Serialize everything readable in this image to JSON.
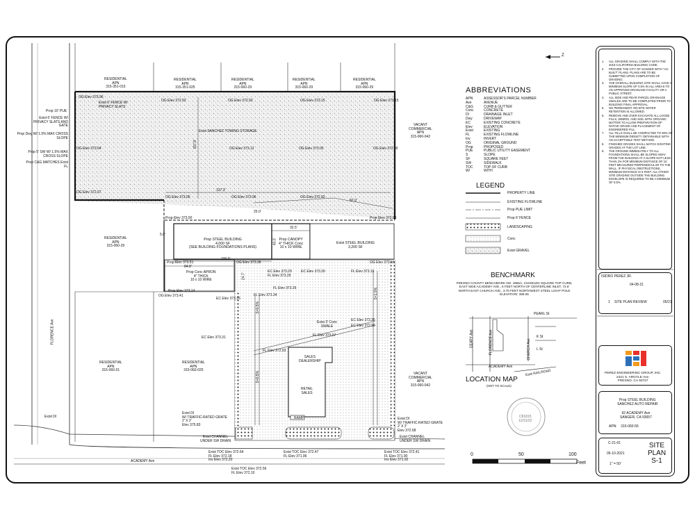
{
  "north_label": "Z",
  "parcels": {
    "top": [
      {
        "line1": "RESIDENTIAL",
        "line2": "APN",
        "line3": "315-351-015"
      },
      {
        "line1": "RESIDENTIAL",
        "line2": "APN",
        "line3": "315-351-025"
      },
      {
        "line1": "RESIDENTIAL",
        "line2": "APN",
        "line3": "315-060-29"
      },
      {
        "line1": "RESIDENTIAL",
        "line2": "APN",
        "line3": "315-060-29"
      },
      {
        "line1": "RESIDENTIAL",
        "line2": "APN",
        "line3": "315-060-29"
      }
    ],
    "mid_left": {
      "line1": "RESIDENTIAL",
      "line2": "APN",
      "line3": "315-060-29"
    },
    "bottom_left_1": {
      "line1": "RESIDENTIAL",
      "line2": "APN",
      "line3": "315-060-01"
    },
    "bottom_left_2": {
      "line1": "RESIDENTIAL",
      "line2": "APN",
      "line3": "315-060-025"
    },
    "vacant_top": {
      "line1": "VACANT",
      "line2": "COMMERCIAL",
      "line3": "APN",
      "line4": "315-060-042"
    },
    "vacant_bottom": {
      "line1": "VACANT",
      "line2": "COMMERCIAL",
      "line3": "APN",
      "line4": "315-060-042"
    }
  },
  "site": {
    "storage_label": "Exist SANCHEZ TOWING STORAGE",
    "dim_137": "137.3'",
    "dim_157": "157.8'",
    "dim_82": "82.0'",
    "dim_25": "25.0'",
    "dim_325": "32.5'",
    "dim_100": "100.0'",
    "dim_848": "84.8'",
    "dim_40": "40.0'",
    "dim_50": "5.0'",
    "dim_247": "24.7'",
    "prop_steel_building": {
      "l1": "Prop STEEL BUILDING",
      "l2": "4,000 SF",
      "l3": "(SEE BUILDING FOUNDATIONS PLANS)"
    },
    "prop_canopy": {
      "l1": "Prop CANOPY",
      "l2": "4\" THICK Conc",
      "l3": "10 x 10 WIRE"
    },
    "exist_steel_building": {
      "l1": "Exist STEEL BUILDING",
      "l2": "3,200 SF"
    },
    "apron": {
      "l1": "Prop Conc APRON",
      "l2": "4\" THICK",
      "l3": "10 x 10 WIRE"
    },
    "sales": {
      "l1": "SALES",
      "l2": "DEALERSHIP"
    },
    "retail": {
      "l1": "RETAIL",
      "l2": "SALES"
    },
    "ramp": "RAMP",
    "swale": {
      "l1": "Exist 3' Conc",
      "l2": "SWALE"
    },
    "florence_ave": "FLORENCE Ave",
    "academy_ave": "ACADEMY Ave",
    "slope_a": "S=0.5%",
    "slope_b": "S=0.5%",
    "slope_c": "S=1.0%"
  },
  "left_callouts": [
    "Prop 10' PUE",
    "Exist 6' FENCE W/ PRIVACY SLATS AND GATE",
    "Prop Dwy W/ 1.5% MAX CROSS SLOPE",
    "Prop 5' SW W/ 1.5% MAX CROSS SLOPE",
    "Prop C&G MATCHES Exist FL",
    "Exist 6' FENCE W/ PRIVACY SLATS",
    "Exist DI"
  ],
  "elevations": [
    "OG Elev 373.96",
    "OG Elev 372.93",
    "OG Elev 372.93",
    "OG Elev 373.15",
    "OG Elev 373.15",
    "OG Elev 373.04",
    "OG Elev 373.12",
    "OG Elev 373.05",
    "OG Elev 372.90",
    "OG Elev 372.97",
    "OG Elev 373.05",
    "OG Elev 372.96",
    "OG Elev 372.92",
    "Prop Elev 373.00",
    "Prop Elev 373.03",
    "Prop Elev 373.51",
    "OG Elev 373.36",
    "OG Elev 373.55",
    "EC Elev 373.29",
    "FL Elev 373.29",
    "EC Elev 373.30",
    "FL Elev 373.15",
    "FL Elev 373.26",
    "Prop Elev 373.14",
    "OG Elev 373.41",
    "EC Elev 373.16",
    "FL Elev 373.34",
    "EC Elev 373.31",
    "EC Elev 373.35",
    "EC Elev 372.99",
    "FL Elev 373.07",
    "FL Elev 372.93"
  ],
  "drain_left": {
    "l1": "Exist DI",
    "l2": "W/ TRAFFIC-RATED GRATE",
    "l3": "2' X 2'",
    "l4": "Elev 375.83"
  },
  "drain_right": {
    "l1": "Exist DI",
    "l2": "W/ TRAFFIC-RATED GRATE",
    "l3": "2' X 2'",
    "l4": "Elev 372.68"
  },
  "channel_left": {
    "l1": "Exist CHANNEL",
    "l2": "UNDER SW DRAIN"
  },
  "channel_right": {
    "l1": "Exist CHANNEL",
    "l2": "UNDER SW DRAIN"
  },
  "toc_1": {
    "l1": "Exist TOC Elev 372.64",
    "l2": "FL Elev 372.18",
    "l3": "Inv Elev 372.20"
  },
  "toc_2": {
    "l1": "Exist TOC Elev 372.47",
    "l2": "FL Elev 371.96"
  },
  "toc_3": {
    "l1": "Exist TOC Elev 372.41",
    "l2": "FL Elev 371.90",
    "l3": "Inv Elev 371.92"
  },
  "toc_4": {
    "l1": "Exist TOC Elev 372.56",
    "l2": "FL Elev 372.10"
  },
  "abbreviations_title": "ABBREVIATIONS",
  "abbreviations": [
    {
      "k": "APN",
      "v": "ASSESSOR'S PARCEL NUMBER"
    },
    {
      "k": "Ave",
      "v": "AVENUE"
    },
    {
      "k": "C&G",
      "v": "CURB & GUTTER"
    },
    {
      "k": "Conc",
      "v": "CONCRETE"
    },
    {
      "k": "DI",
      "v": "DRAINAGE INLET"
    },
    {
      "k": "Dwy",
      "v": "DRIVEWAY"
    },
    {
      "k": "EC",
      "v": "EXISTING CONCRETE"
    },
    {
      "k": "Elev",
      "v": "ELEVATION"
    },
    {
      "k": "Exist",
      "v": "EXISTING"
    },
    {
      "k": "FL",
      "v": "EXISTING FLOWLINE"
    },
    {
      "k": "Inv",
      "v": "INVERT"
    },
    {
      "k": "OG",
      "v": "ORIGINAL GROUND"
    },
    {
      "k": "Prop",
      "v": "PROPOSED"
    },
    {
      "k": "PUE",
      "v": "PUBLIC UTILITY EASEMENT"
    },
    {
      "k": "S",
      "v": "SLOPE"
    },
    {
      "k": "SF",
      "v": "SQUARE FEET"
    },
    {
      "k": "SW",
      "v": "SIDEWALK"
    },
    {
      "k": "TOC",
      "v": "TOP OF CURB"
    },
    {
      "k": "W/",
      "v": "WITH"
    }
  ],
  "legend_title": "LEGEND",
  "legend": [
    {
      "label": "PROPERTY LINE"
    },
    {
      "label": "EXISTING FLOWLINE"
    },
    {
      "label": "Prop PUE LIMIT"
    },
    {
      "label": "Prop 6' FENCE"
    },
    {
      "label": "LANDSCAPING"
    },
    {
      "label": "Conc"
    },
    {
      "label": "Exist GRAVEL"
    }
  ],
  "benchmark_title": "BENCHMARK",
  "benchmark_text": "FRESNO COUNTY BENCHMARK NO. 4965A, CHISELED SQUARE TOP CURB, EAST SIDE ACADEMY AVE., 6 FEET NORTH OF CENTERLINE INLET, 72.5' NORTH EAST CHURCH AVE., 3.70 FEET NORTHWEST STEEL LIGHT POLE ELEVATION: 368.05",
  "location_map": {
    "title": "LOCATION MAP",
    "subtitle": "(NOT TO SCALE)",
    "streets": {
      "pearl": "PEARL St",
      "geary": "GEARY Ave",
      "florence": "FLORENCE Ave",
      "church": "CHURCH Ave",
      "k": "K St",
      "l": "L St",
      "academy": "ACADEMY Ave",
      "east_railroad": "East RAILROAD"
    }
  },
  "scale": {
    "t0": "0",
    "t1": "50",
    "t2": "100",
    "unit": "Feet"
  },
  "notes": [
    "ALL GRADING SHALL COMPLY WITH THE 2019 CALIFORNIA BUILDING CODE.",
    "PROVIDE THE CITY OF SANGER WITH \"AS-BUILT\" PLANS. PLANS ARE TO BE SUBMITTED UPON COMPLETION OF GRADING.",
    "THE OVERALL BUILDING SITE SHALL HAVE A MINIMUM SLOPE OF 0.5% IN ALL AREAS TO AN APPROVED DRAINAGE FACILITY OR A PUBLIC STREET.",
    "ALL SIDE AND REAR PARCEL DRAINAGE SWALES ARE TO BE COMPLETED PRIOR TO BUILDING FINAL APPROVAL.",
    "NO PERMANENT ON-SITE WATER RETENTION IS ALLOWED.",
    "REMOVE AND OVER EXCAVATE ALL LOOSE FILLS, DEBRIS, AND SOIL WITH ORGANIC MATTER TO ALLOW PREPARATION OF NATIVE GRADE AND PLACEMENT OF ENGINEERED FILL.",
    "ALL FILLS SHALL BE COMPACTED TO 90% OF THE MINIMUM DENSITY OBTAINABLE WITH AN ACCEPTABLE TEST METHOD.",
    "FINISHED GRADES SHALL MATCH EXISTING GRADES AT THE LOT LINE.",
    "THE GROUND IMMEDIATELY TO ALL FOUNDATIONS SHALL BE SLOPED AWAY FROM THE BUILDING AT A SLOPE NOT LESS THAN 2% FOR MINIMUM DISTANCE OF 10 FEET MEASURED PERPENDICULAR TO THE WALL. IF PHYSICAL OBSTRUCTIONS, MINIMUM DISTANCE IS 5 FEET. ALL OTHER SITE GRADING OUTSIDE THE BUILDING ENVELOPE IS REQUIRED TO BE A MINIMUM OF 0.5%."
  ],
  "title_block": {
    "engineer": "ISIDRO PEREZ JR.",
    "date": "04-08-21",
    "revision_no": "1",
    "revision_desc": "SITE PLAN REVIEW",
    "revision_date": "05/21",
    "firm_name": "PEREZ ENGINEERING GROUP, INC.",
    "firm_address": "2421 S. ARGYLE Ave.",
    "firm_city": "FRESNO, CA 93727",
    "project_l1": "Prop STEEL BUILDING",
    "project_l2": "SANCHEZ AUTO REPAIR",
    "address_l1": "92 ACADEMY Ave",
    "address_l2": "SANGER, CA 93657",
    "apn_label": "APN:",
    "apn": "315-060-55",
    "job_no": "C-21-01",
    "issue_date": "05-10-2021",
    "scale": "1\" = 50'",
    "sheet_title_l1": "SITE",
    "sheet_title_l2": "PLAN",
    "sheet_no": "S-1",
    "stamp_l1": "C81815",
    "stamp_l2": "12/31/22"
  },
  "colors": {
    "ink": "#111111",
    "gravel": "#d9d9d9",
    "accent_red": "#e8312a",
    "accent_orange": "#f39a1e",
    "accent_blue": "#2d6fb7"
  }
}
